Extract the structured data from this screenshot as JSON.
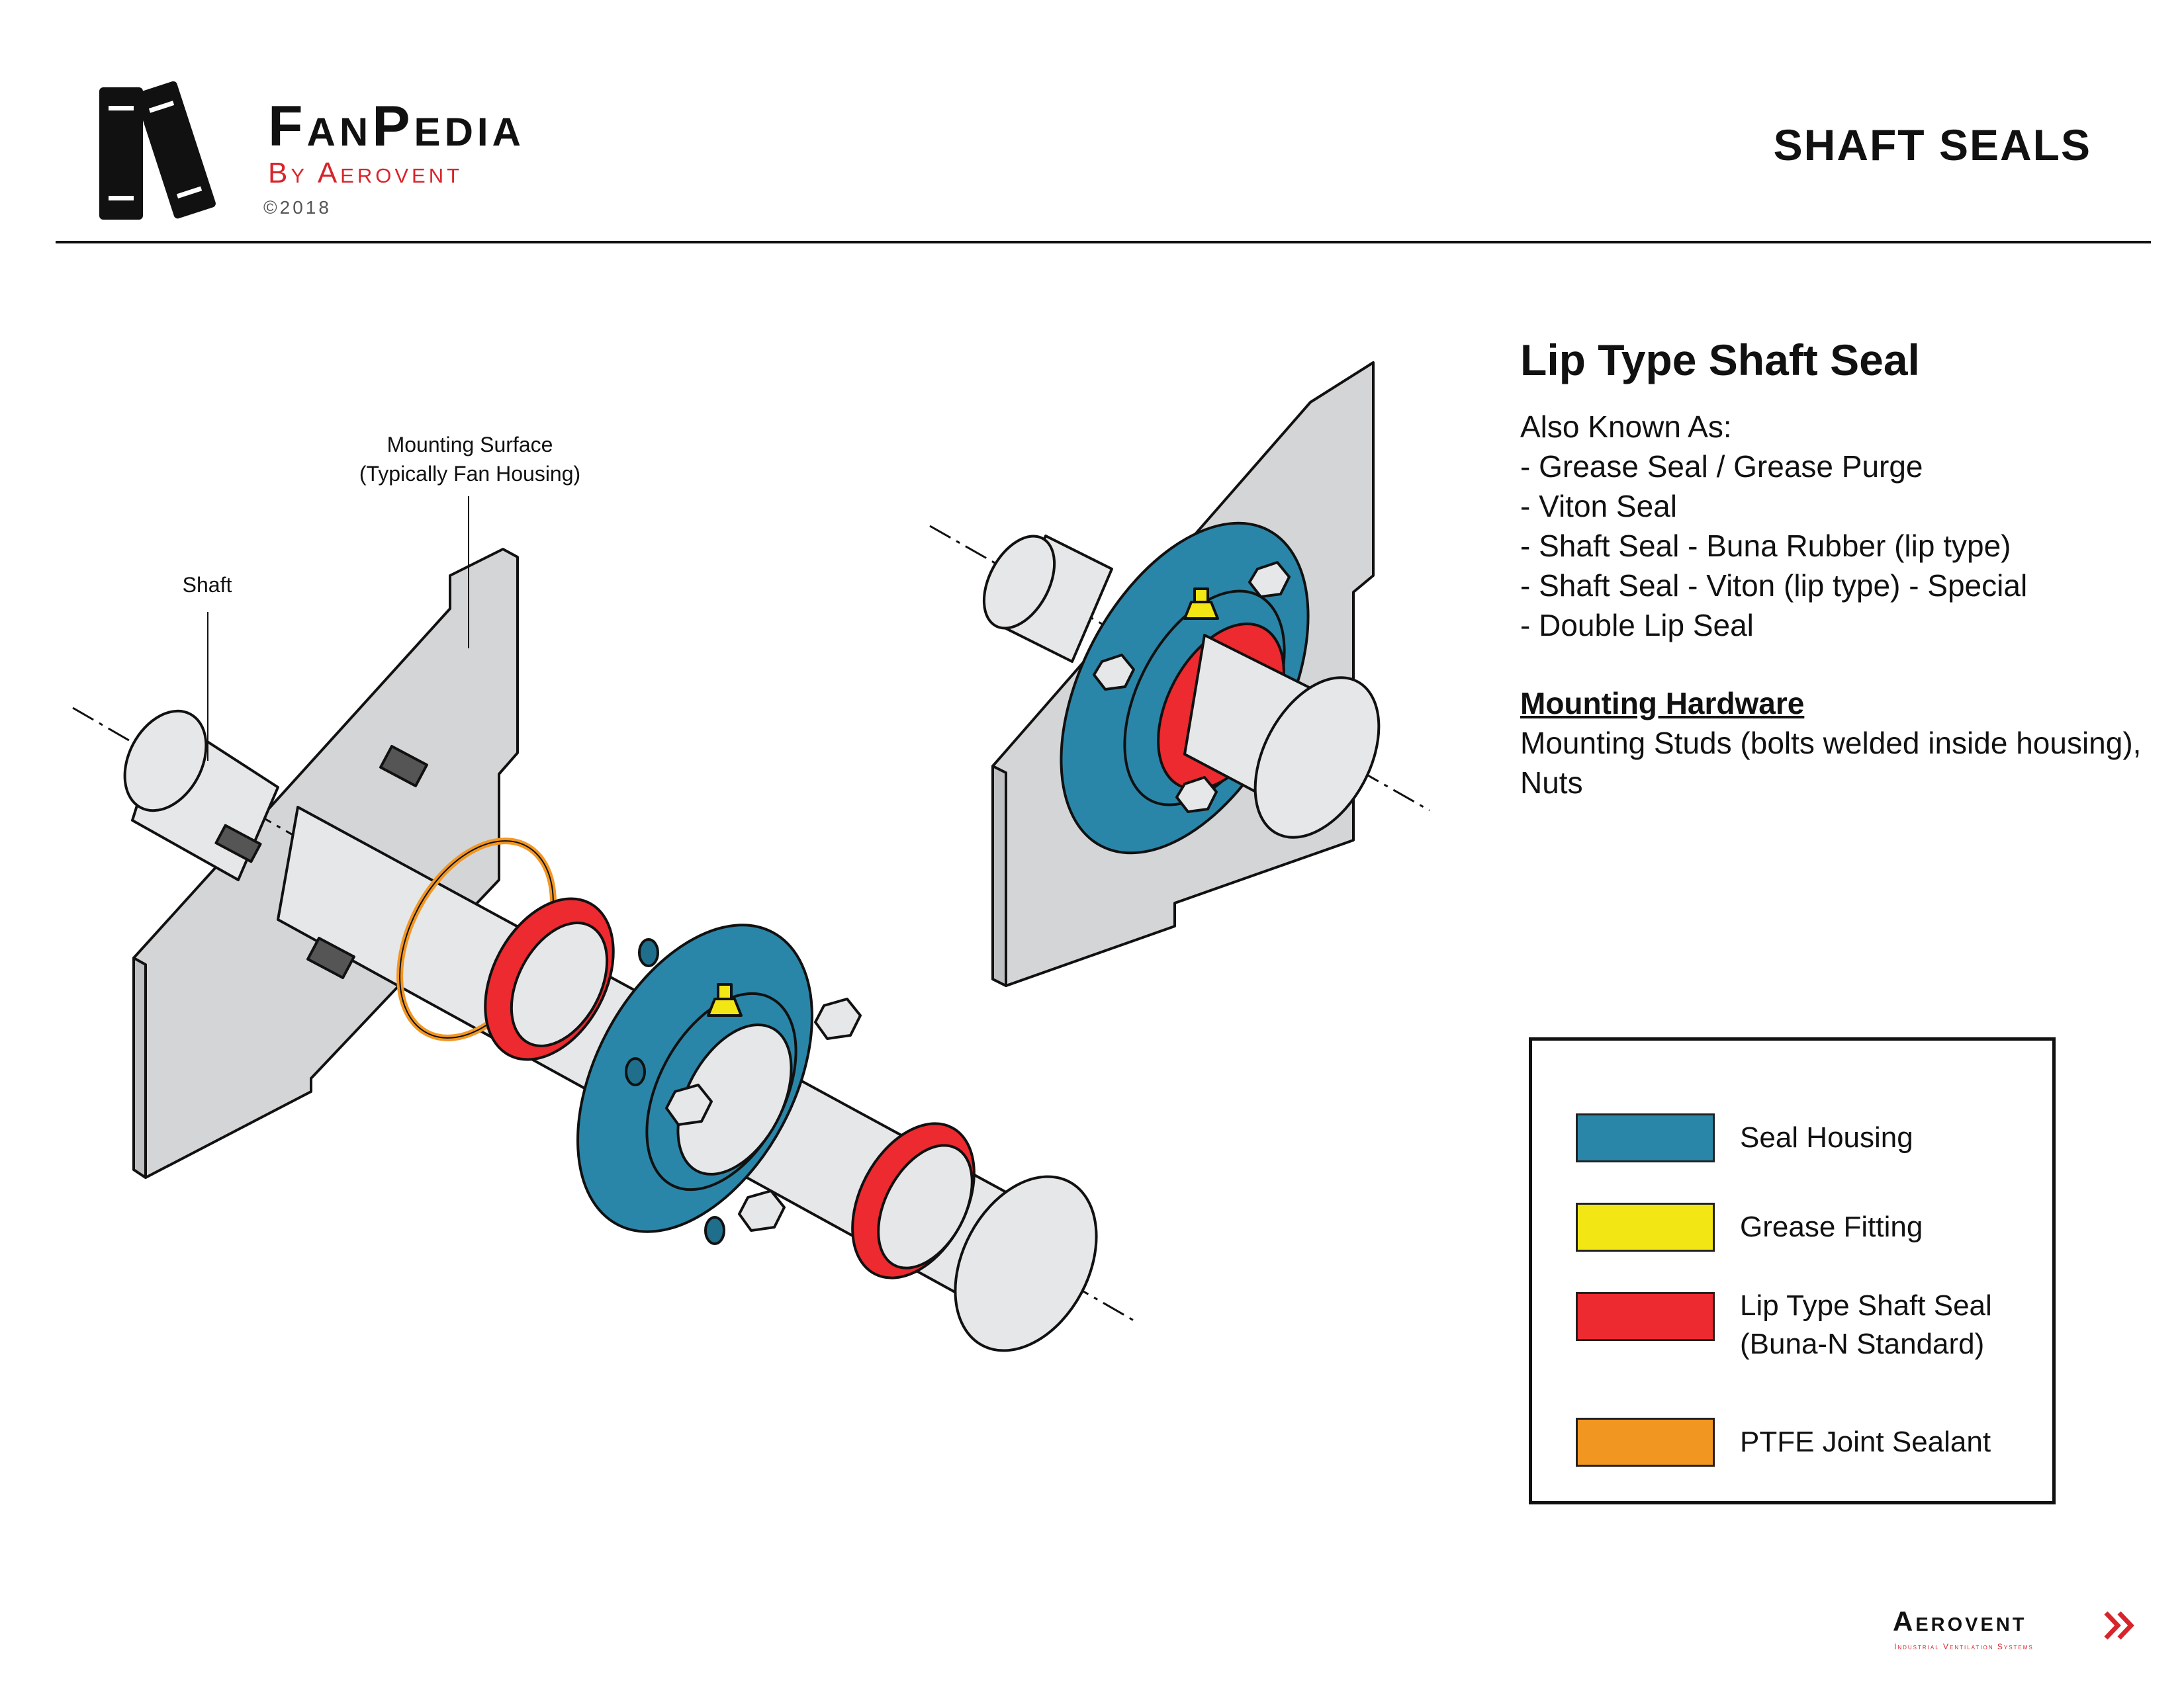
{
  "brand": {
    "title": "FanPedia",
    "subtitle": "By Aerovent",
    "copyright": "©2018"
  },
  "page_title": "SHAFT SEALS",
  "info": {
    "title": "Lip Type Shaft Seal",
    "aka_heading": "Also Known As:",
    "aka_items": [
      "- Grease Seal / Grease Purge",
      "- Viton Seal",
      "- Shaft Seal - Buna Rubber (lip type)",
      "- Shaft Seal - Viton (lip type) - Special",
      "- Double Lip Seal"
    ],
    "mounting_heading": "Mounting Hardware",
    "mounting_text_1": "Mounting Studs (bolts welded inside housing),",
    "mounting_text_2": "Nuts"
  },
  "callouts": {
    "shaft": "Shaft",
    "mounting_surface_1": "Mounting Surface",
    "mounting_surface_2": "(Typically Fan Housing)"
  },
  "legend": {
    "items": [
      {
        "label": "Seal Housing",
        "label2": "",
        "color": "#2a86a8"
      },
      {
        "label": "Grease Fitting",
        "label2": "",
        "color": "#f2e614"
      },
      {
        "label": "Lip Type Shaft Seal",
        "label2": "(Buna-N Standard)",
        "color": "#ec2a2f"
      },
      {
        "label": "PTFE Joint Sealant",
        "label2": "",
        "color": "#f29622"
      }
    ]
  },
  "footer": {
    "name": "Aerovent",
    "tagline": "Industrial Ventilation Systems"
  },
  "colors": {
    "plate": "#d4d5d7",
    "shaft": "#e6e7e8",
    "housing": "#2a86a8",
    "grease": "#f2e614",
    "seal": "#ec2a2f",
    "ptfe": "#f29622",
    "accent_red": "#d8242b"
  }
}
